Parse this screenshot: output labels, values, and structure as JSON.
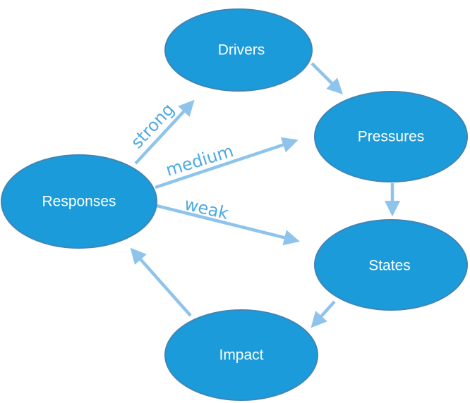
{
  "diagram": {
    "nodes": {
      "drivers": "Drivers",
      "pressures": "Pressures",
      "states": "States",
      "impact": "Impact",
      "responses": "Responses"
    },
    "edge_labels": {
      "strong": "strong",
      "medium": "medium",
      "weak": "weak"
    },
    "colors": {
      "node_fill": "#1B9BD9",
      "node_border": "#3F85B8",
      "arrow": "#8EC4EC",
      "edge_label": "#4FA9E2",
      "node_text": "#FFFFFF"
    }
  }
}
